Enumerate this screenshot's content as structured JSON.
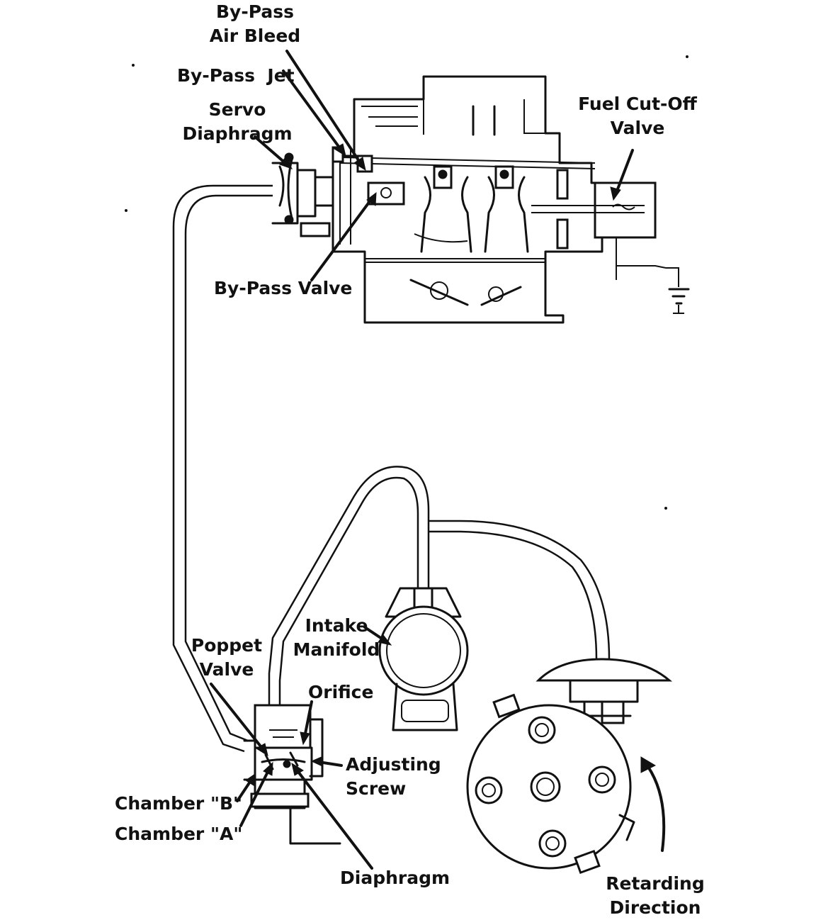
{
  "labels": {
    "bypass_air_bleed": "By-Pass\nAir Bleed",
    "bypass_jet": "By-Pass  Jet",
    "servo_diaphragm": "Servo\nDiaphragm",
    "fuel_cutoff_valve": "Fuel Cut-Off\nValve",
    "bypass_valve": "By-Pass Valve",
    "intake_manifold": "Intake\nManifold",
    "poppet_valve": "Poppet\nValve",
    "orifice": "Orifice",
    "adjusting_screw": "Adjusting\nScrew",
    "chamber_b": "Chamber \"B\"",
    "chamber_a": "Chamber \"A\"",
    "diaphragm": "Diaphragm",
    "retarding_direction": "Retarding\nDirection"
  },
  "colors": {
    "ink": "#111111",
    "paper": "#ffffff"
  }
}
